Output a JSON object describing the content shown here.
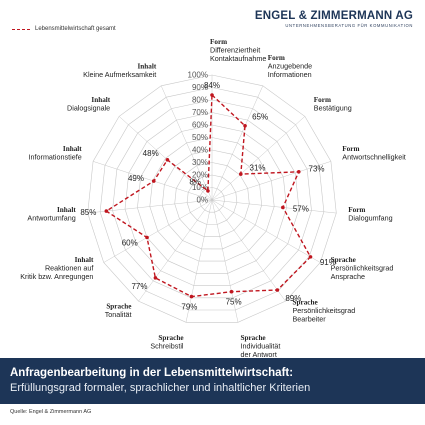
{
  "legend": {
    "label": "Lebensmittelwirtschaft gesamt"
  },
  "logo": {
    "main": "ENGEL & ZIMMERMANN AG",
    "sub": "UNTERNEHMENSBERATUNG FÜR KOMMUNIKATION"
  },
  "banner": {
    "title": "Anfragenbearbeitung in der Lebensmittelwirtschaft:",
    "subtitle": "Erfüllungsgrad formaler, sprachlicher und inhaltlicher Kriterien"
  },
  "source": "Quelle: Engel & Zimmermann AG",
  "colors": {
    "series": "#c0161f",
    "banner": "#1d3557",
    "grid": "#c8c8c8"
  },
  "chart_data": {
    "type": "radar",
    "r_ticks": [
      "0%",
      "10%",
      "20%",
      "30%",
      "40%",
      "50%",
      "60%",
      "70%",
      "80%",
      "90%",
      "100%"
    ],
    "rlim": [
      0,
      100
    ],
    "grid": true,
    "legend_position": "top-left",
    "categories": [
      {
        "group": "Form",
        "label": [
          "Differenziertheit",
          "Kontaktaufnahme"
        ]
      },
      {
        "group": "Form",
        "label": [
          "Anzugebende",
          "Informationen"
        ]
      },
      {
        "group": "Form",
        "label": [
          "Bestätigung"
        ]
      },
      {
        "group": "Form",
        "label": [
          "Antwortschnelligkeit"
        ]
      },
      {
        "group": "Form",
        "label": [
          "Dialogumfang"
        ]
      },
      {
        "group": "Sprache",
        "label": [
          "Persönlichkeitsgrad",
          "Ansprache"
        ]
      },
      {
        "group": "Sprache",
        "label": [
          "Persönlichkeitsgrad",
          "Bearbeiter"
        ]
      },
      {
        "group": "Sprache",
        "label": [
          "Individualität",
          "der Antwort"
        ]
      },
      {
        "group": "Sprache",
        "label": [
          "Schreibstil"
        ]
      },
      {
        "group": "Sprache",
        "label": [
          "Tonalität"
        ]
      },
      {
        "group": "Inhalt",
        "label": [
          "Reaktionen auf",
          "Kritik bzw. Anregungen"
        ]
      },
      {
        "group": "Inhalt",
        "label": [
          "Antwortumfang"
        ]
      },
      {
        "group": "Inhalt",
        "label": [
          "Informationstiefe"
        ]
      },
      {
        "group": "Inhalt",
        "label": [
          "Dialogsignale"
        ]
      },
      {
        "group": "Inhalt",
        "label": [
          "Kleine Aufmerksamkeit"
        ]
      }
    ],
    "series": [
      {
        "name": "Lebensmittelwirtschaft gesamt",
        "values": [
          84,
          65,
          31,
          73,
          57,
          91,
          89,
          75,
          79,
          77,
          60,
          85,
          49,
          48,
          8
        ],
        "value_labels": [
          "84%",
          "65%",
          "31%",
          "73%",
          "57%",
          "91%",
          "89%",
          "75%",
          "79%",
          "77%",
          "60%",
          "85%",
          "49%",
          "48%",
          "8%"
        ]
      }
    ]
  }
}
